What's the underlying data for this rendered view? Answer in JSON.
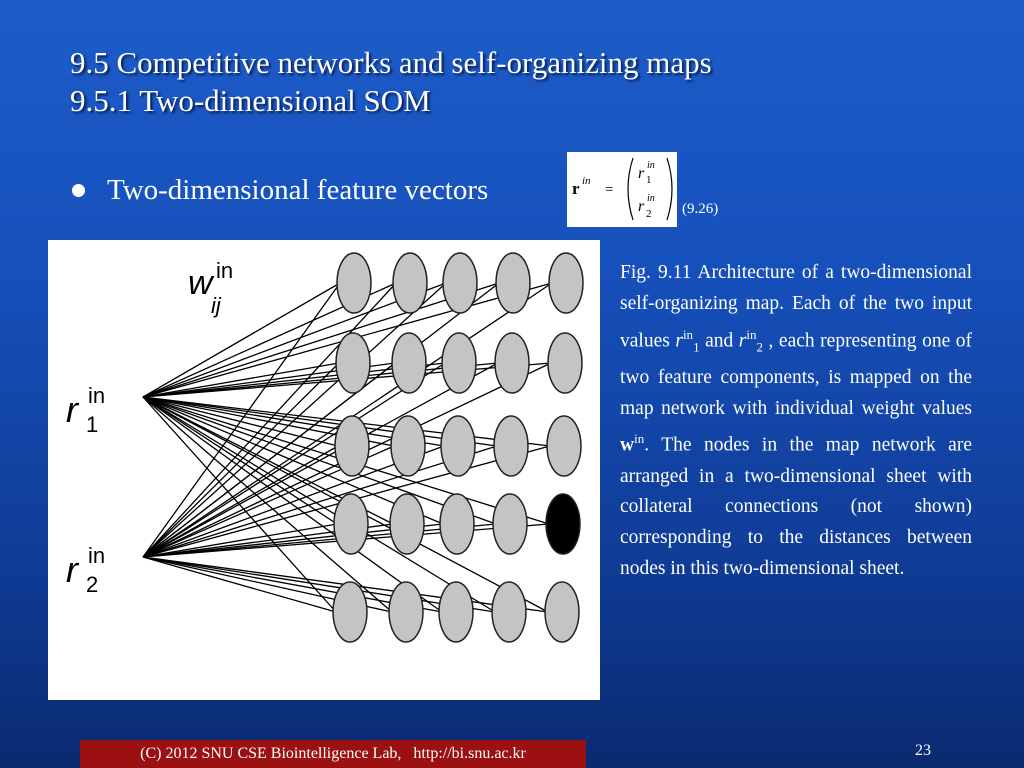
{
  "title": {
    "line1": "9.5 Competitive networks and self-organizing maps",
    "line2": "9.5.1 Two-dimensional SOM"
  },
  "bullet": {
    "text": "Two-dimensional feature vectors"
  },
  "equation": {
    "lhs_bold": "r",
    "lhs_sup": "in",
    "equals": "=",
    "comp1_var": "r",
    "comp1_sub": "1",
    "comp1_sup": "in",
    "comp2_var": "r",
    "comp2_sub": "2",
    "comp2_sup": "in",
    "number": "(9.26)"
  },
  "figure": {
    "weight_label_var": "w",
    "weight_label_sub": "ij",
    "weight_label_sup": "in",
    "input1_var": "r",
    "input1_sub": "1",
    "input1_sup": "in",
    "input2_var": "r",
    "input2_sub": "2",
    "input2_sup": "in",
    "grid_rows": 5,
    "grid_cols": 5,
    "winner_node": {
      "row": 4,
      "col": 5
    },
    "node_color": "#c4c4c4",
    "winner_color": "#000000"
  },
  "caption": {
    "p1": "Fig. 9.11 Architecture of a two-dimensional self-organizing map. Each of the two input values ",
    "r1_var": "r",
    "r1_sup": "in",
    "r1_sub": "1",
    "p2": " and ",
    "r2_var": "r",
    "r2_sup": "in",
    "r2_sub": "2",
    "p3": " , each representing one of two feature components, is mapped on the map network with individual weight values ",
    "w_bold": "w",
    "w_sup": "in",
    "p4": ". The nodes in the map network are arranged in a two-dimensional sheet with collateral connections (not shown) corresponding to the distances between nodes in this two-dimensional sheet."
  },
  "footer": {
    "text": "(C) 2012 SNU CSE Biointelligence Lab,   http://bi.snu.ac.kr"
  },
  "page_number": "23",
  "colors": {
    "background": "#1650bb",
    "footer_bg": "#9b1010",
    "text": "#ffffff"
  }
}
